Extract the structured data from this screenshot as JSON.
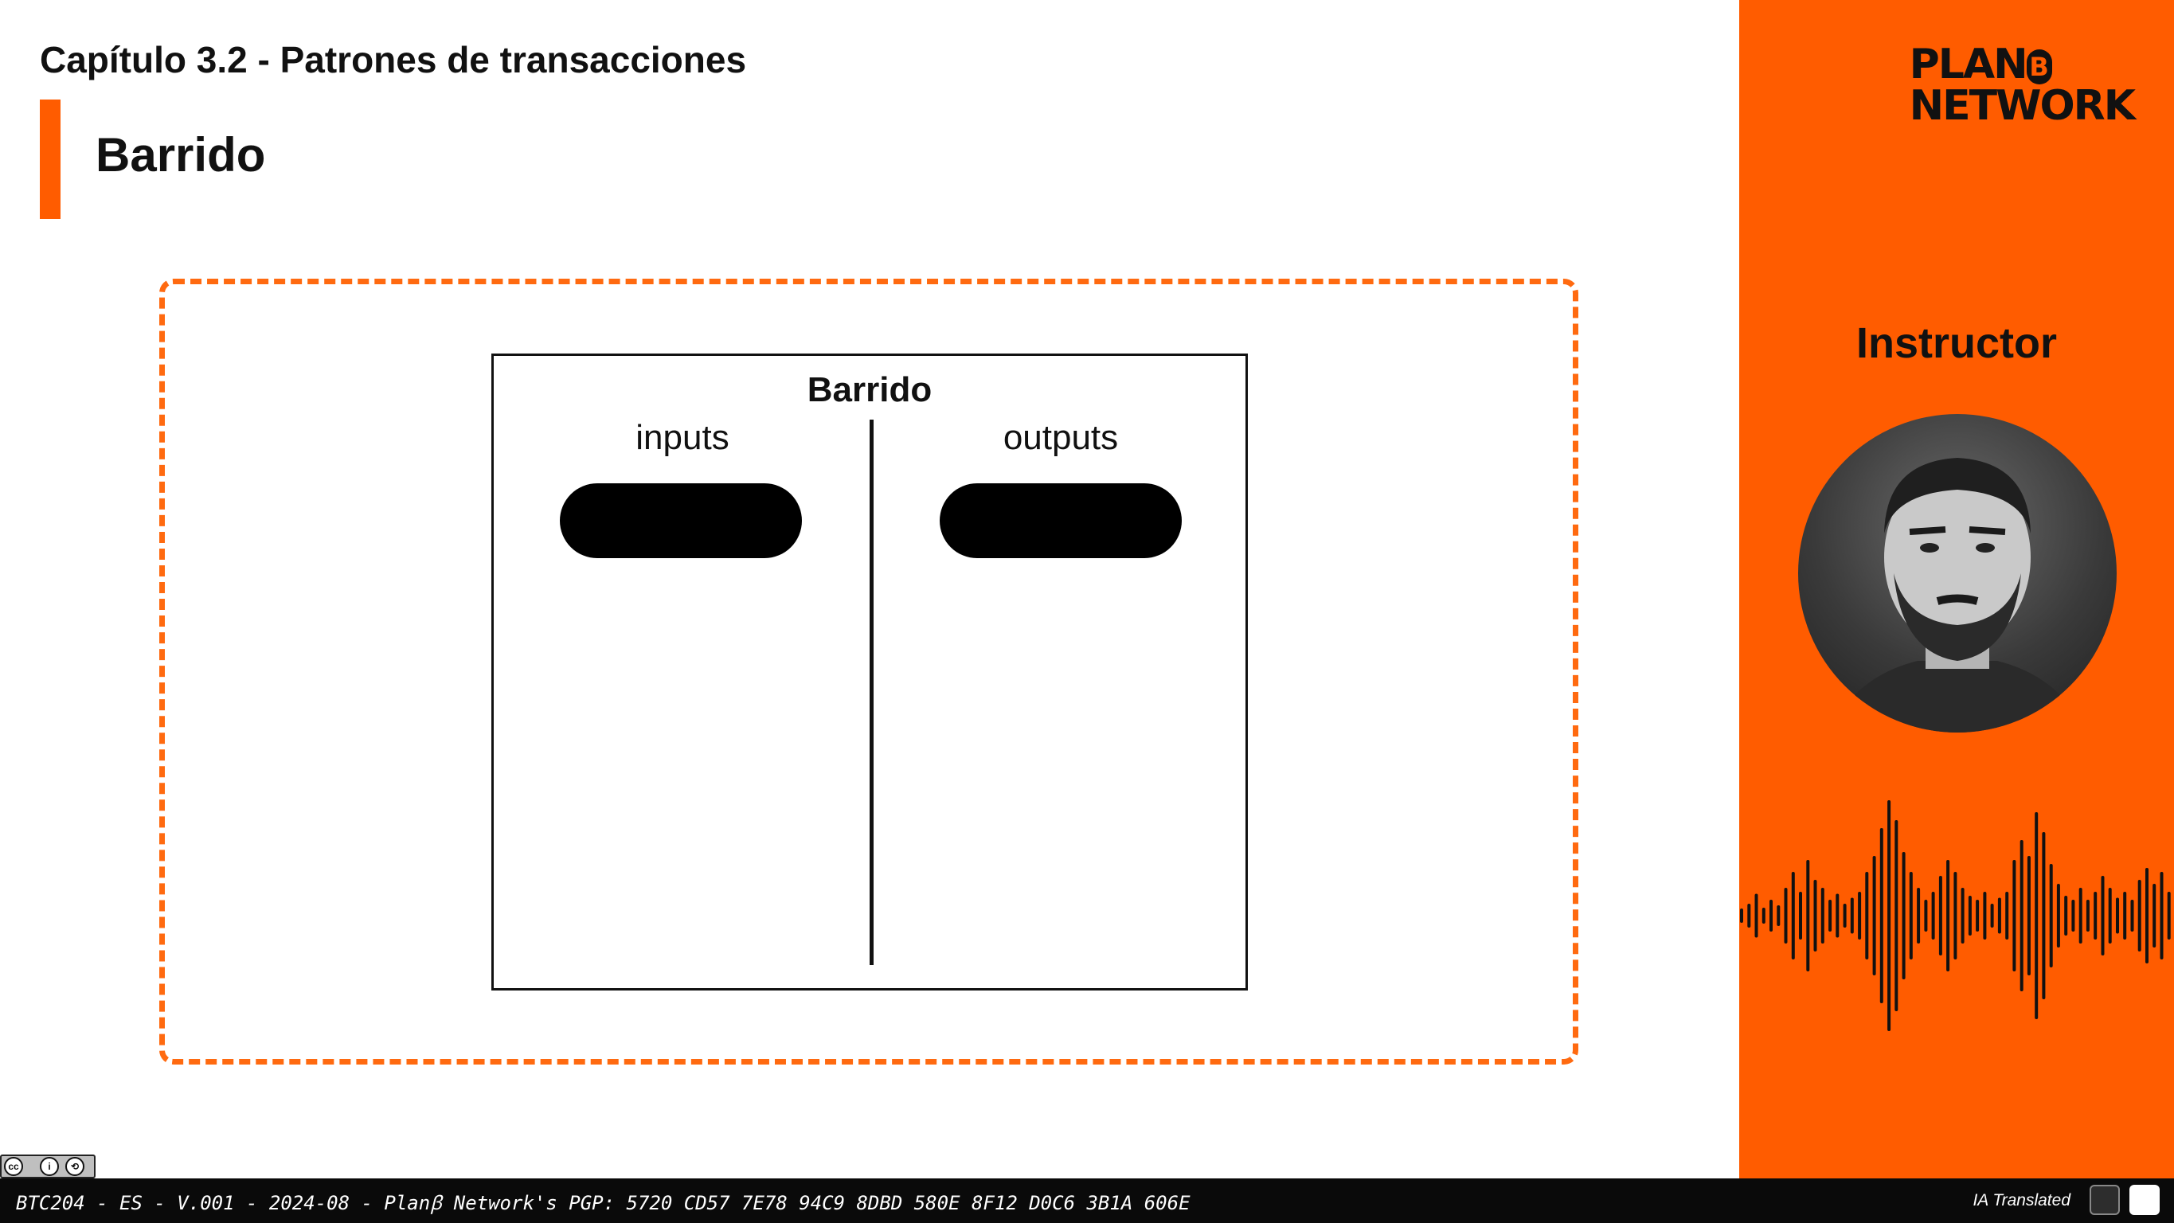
{
  "header": {
    "chapter_title": "Capítulo 3.2 - Patrones de transacciones",
    "section_title": "Barrido"
  },
  "diagram": {
    "title": "Barrido",
    "left_label": "inputs",
    "right_label": "outputs"
  },
  "side_panel": {
    "logo_line1": "PLAN",
    "logo_b": "B",
    "logo_line2": "NETWORK",
    "instructor_label": "Instructor"
  },
  "footer": {
    "text": "BTC204 - ES - V.001 - 2024-08 - Planꞵ Network's PGP: 5720 CD57 7E78 94C9 8DBD 580E 8F12 D0C6 3B1A 606E",
    "ia_translated": "IA Translated"
  },
  "colors": {
    "accent": "#ff5c00",
    "dashed_border": "#ff6a10",
    "footer_bg": "#0a0a0a"
  },
  "icons": {
    "license": "cc-by-sa-icon",
    "ai_badge": "openai-icon",
    "lab_badge": "lab-logo-icon"
  }
}
